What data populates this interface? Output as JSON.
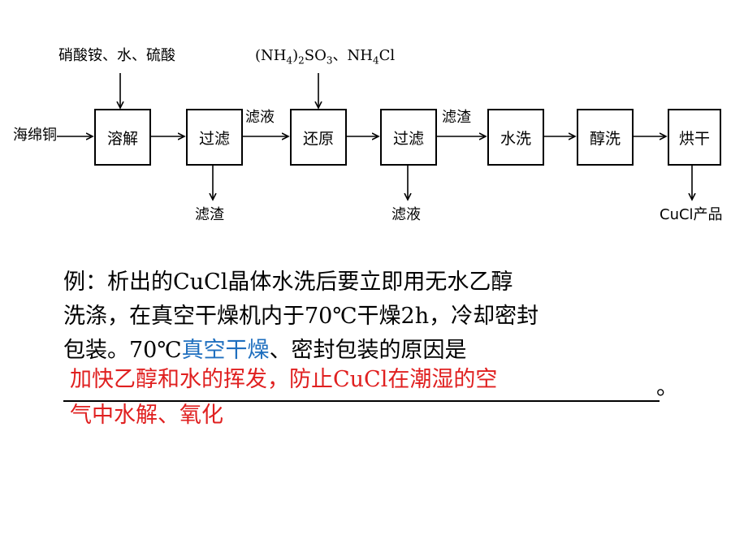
{
  "flowchart": {
    "inputs_top_left": "硝酸铵、水、硫酸",
    "inputs_top_mid_a": "(NH",
    "inputs_top_mid_sub1": "4",
    "inputs_top_mid_b": ")",
    "inputs_top_mid_sub2": "2",
    "inputs_top_mid_c": "SO",
    "inputs_top_mid_sub3": "3",
    "inputs_top_mid_d": "、NH",
    "inputs_top_mid_sub4": "4",
    "inputs_top_mid_e": "Cl",
    "start": "海绵铜",
    "steps": [
      "溶解",
      "过滤",
      "还原",
      "过滤",
      "水洗",
      "醇洗",
      "烘干"
    ],
    "between_1": "滤液",
    "between_2": "滤渣",
    "out_1": "滤渣",
    "out_2": "滤液",
    "product": "CuCl产品"
  },
  "question": {
    "line1": "例：析出的CuCl晶体水洗后要立即用无水乙醇",
    "line2": "洗涤，在真空干燥机内于70℃干燥2h，冷却密封",
    "line3_a": "包装。70℃",
    "line3_highlight": "真空干燥",
    "line3_b": "、密封包装的原因是",
    "period": "。"
  },
  "answer": {
    "line1": "加快乙醇和水的挥发，防止CuCl在潮湿的空",
    "line2": "气中水解、氧化"
  },
  "colors": {
    "highlight": "#1f6fbf",
    "answer": "#e02020"
  }
}
